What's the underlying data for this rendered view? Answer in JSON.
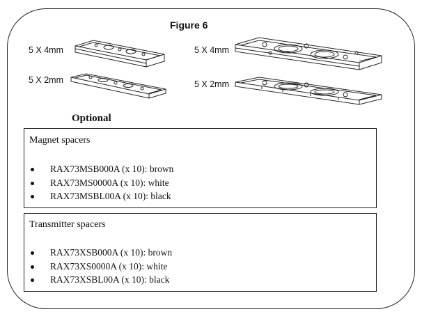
{
  "figure": {
    "title": "Figure 6",
    "parts": [
      {
        "label": "5 X 4mm"
      },
      {
        "label": "5 X 2mm"
      },
      {
        "label": "5 X 4mm"
      },
      {
        "label": "5 X 2mm"
      }
    ],
    "optional_label": "Optional"
  },
  "magnet_box": {
    "heading": "Magnet spacers",
    "items": [
      "RAX73MSB000A (x 10): brown",
      "RAX73MS0000A (x 10): white",
      "RAX73MSBL00A (x 10): black"
    ]
  },
  "transmitter_box": {
    "heading": "Transmitter spacers",
    "items": [
      "RAX73XSB000A (x 10): brown",
      "RAX73XS0000A (x 10): white",
      "RAX73XSBL00A (x 10): black"
    ]
  }
}
